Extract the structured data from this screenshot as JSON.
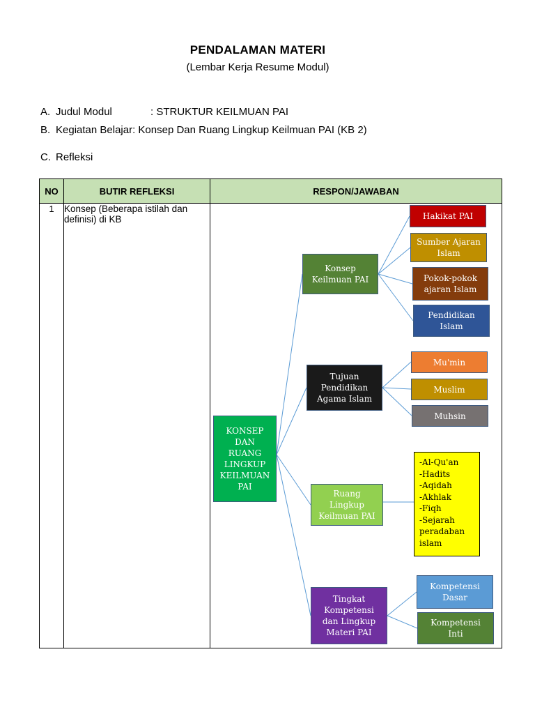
{
  "header": {
    "title": "PENDALAMAN MATERI",
    "subtitle": "(Lembar Kerja Resume Modul)"
  },
  "meta": {
    "a": {
      "letter": "A.",
      "label": "Judul Modul",
      "value": ": STRUKTUR KEILMUAN PAI"
    },
    "b": {
      "letter": "B.",
      "label": "Kegiatan Belajar",
      "value": ": Konsep Dan Ruang Lingkup Keilmuan PAI (KB 2)"
    },
    "c": {
      "letter": "C.",
      "label": "Refleksi"
    }
  },
  "table": {
    "headers": {
      "no": "NO",
      "butir": "BUTIR REFLEKSI",
      "respon": "RESPON/JAWABAN"
    },
    "row": {
      "no": "1",
      "butir": "Konsep (Beberapa istilah dan definisi) di KB"
    }
  },
  "diagram": {
    "root": {
      "text": "KONSEP\nDAN\nRUANG\nLINGKUP\nKEILMUAN\nPAI",
      "color": "#00b050"
    },
    "konsep": {
      "text": "Konsep\nKeilmuan PAI",
      "color": "#548235"
    },
    "tujuan": {
      "text": "Tujuan\nPendidikan\nAgama Islam",
      "color": "#1a1a1a"
    },
    "ruang": {
      "text": "Ruang\nLingkup\nKeilmuan PAI",
      "color": "#92d050"
    },
    "tingkat": {
      "text": "Tingkat\nKompetensi\ndan Lingkup\nMateri PAI",
      "color": "#7030a0"
    },
    "hakikat": {
      "text": "Hakikat PAI",
      "color": "#c00000"
    },
    "sumber": {
      "text": "Sumber Ajaran\nIslam",
      "color": "#bf8f00"
    },
    "pokok": {
      "text": "Pokok-pokok\najaran Islam",
      "color": "#843c0c"
    },
    "pendidikan": {
      "text": "Pendidikan\nIslam",
      "color": "#2f5597"
    },
    "mumin": {
      "text": "Mu'min",
      "color": "#ed7d31"
    },
    "muslim": {
      "text": "Muslim",
      "color": "#bf8f00"
    },
    "muhsin": {
      "text": "Muhsin",
      "color": "#767171"
    },
    "ruang_list": {
      "text": "-Al-Qu'an\n-Hadits\n-Aqidah\n-Akhlak\n-Fiqh\n-Sejarah\n peradaban\n islam",
      "color": "#ffff00"
    },
    "kd": {
      "text": "Kompetensi\nDasar",
      "color": "#5b9bd5"
    },
    "ki": {
      "text": "Kompetensi\nInti",
      "color": "#548235"
    },
    "line_color": "#5b9bd5"
  }
}
